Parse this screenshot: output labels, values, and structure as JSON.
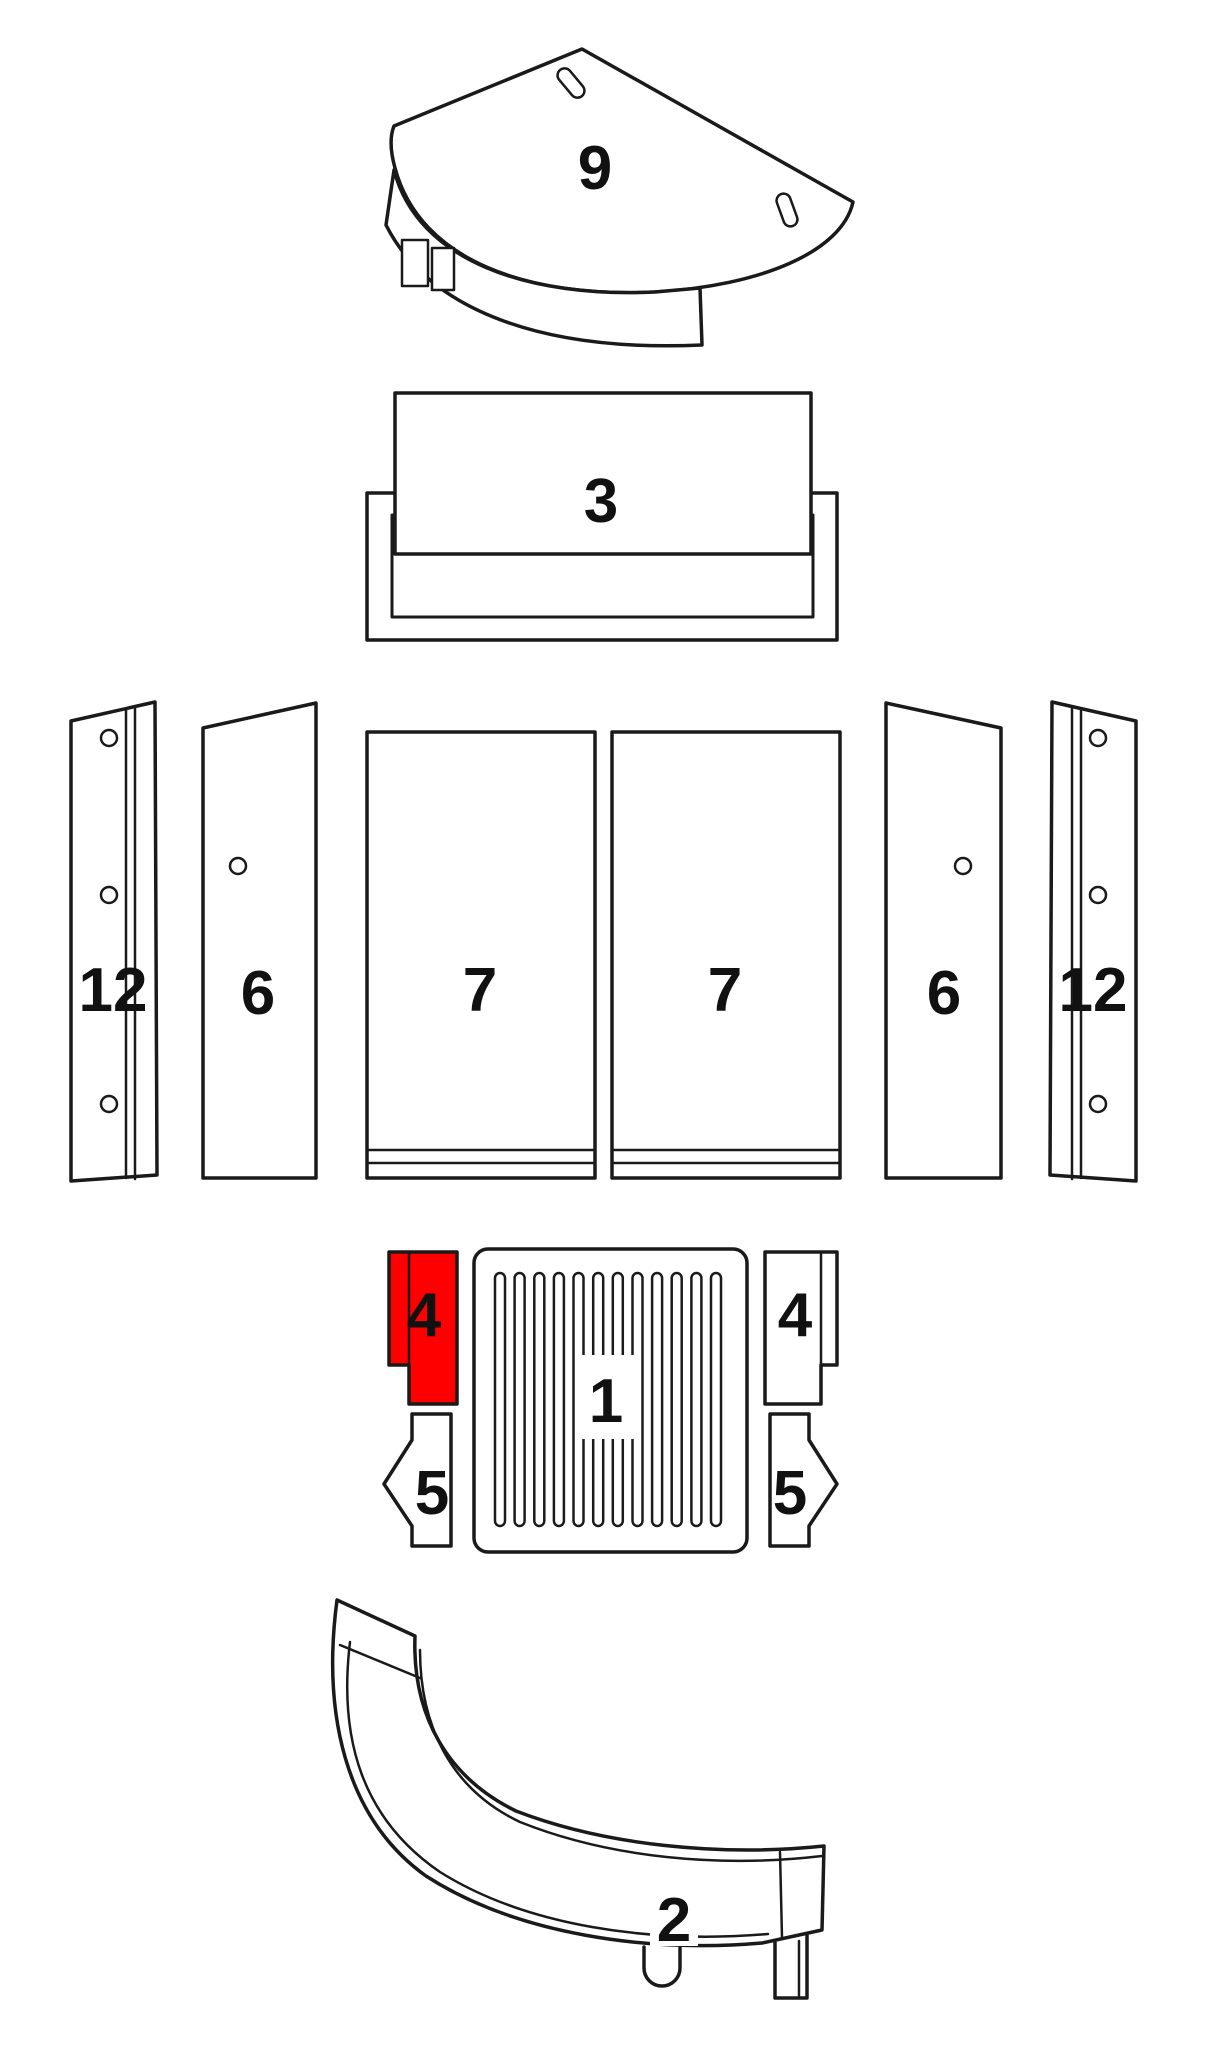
{
  "colors": {
    "background": "#ffffff",
    "line": "#1a1a1a",
    "highlight": "#ff0000",
    "part_fill": "#ffffff"
  },
  "parts": [
    {
      "label": "9",
      "highlighted": false
    },
    {
      "label": "3",
      "highlighted": false
    },
    {
      "label": "12",
      "highlighted": false
    },
    {
      "label": "6",
      "highlighted": false
    },
    {
      "label": "7",
      "highlighted": false
    },
    {
      "label": "7",
      "highlighted": false
    },
    {
      "label": "6",
      "highlighted": false
    },
    {
      "label": "12",
      "highlighted": false
    },
    {
      "label": "4",
      "highlighted": true
    },
    {
      "label": "1",
      "highlighted": false
    },
    {
      "label": "4",
      "highlighted": false
    },
    {
      "label": "5",
      "highlighted": false
    },
    {
      "label": "5",
      "highlighted": false
    },
    {
      "label": "2",
      "highlighted": false
    }
  ]
}
